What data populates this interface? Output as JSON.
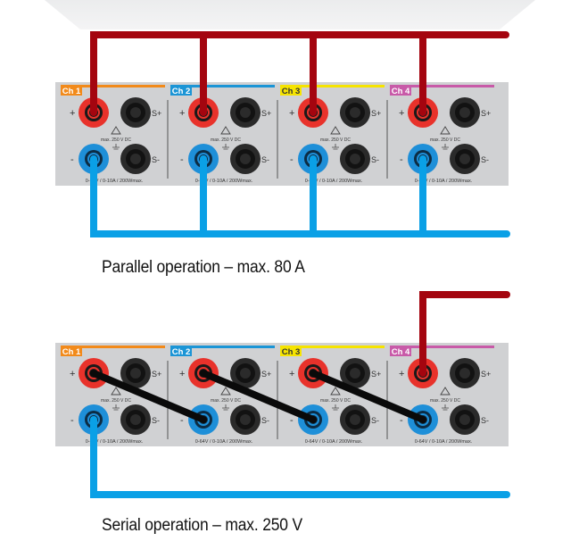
{
  "colors": {
    "positive_wire": "#a4050f",
    "negative_wire": "#0aa0e6",
    "bridge_wire": "#0a0a0a",
    "panel": "#d0d1d3",
    "jack_red": "#e8322b",
    "jack_blue": "#1e8fd8",
    "jack_black": "#2a2a2a"
  },
  "channels": [
    {
      "label": "Ch 1",
      "color": "#f28a1a"
    },
    {
      "label": "Ch 2",
      "color": "#1b95d6"
    },
    {
      "label": "Ch 3",
      "color": "#f6e400"
    },
    {
      "label": "Ch 4",
      "color": "#c85aa8"
    }
  ],
  "panel_text": {
    "plus": "+",
    "minus": "-",
    "sense_plus": "S+",
    "sense_minus": "S-",
    "warning": "max. 250 V DC",
    "rating": "0-64V / 0-10A / 200Wmax."
  },
  "diagrams": [
    {
      "id": "parallel",
      "caption": "Parallel operation – max. 80 A"
    },
    {
      "id": "serial",
      "caption": "Serial operation – max. 250 V"
    }
  ]
}
